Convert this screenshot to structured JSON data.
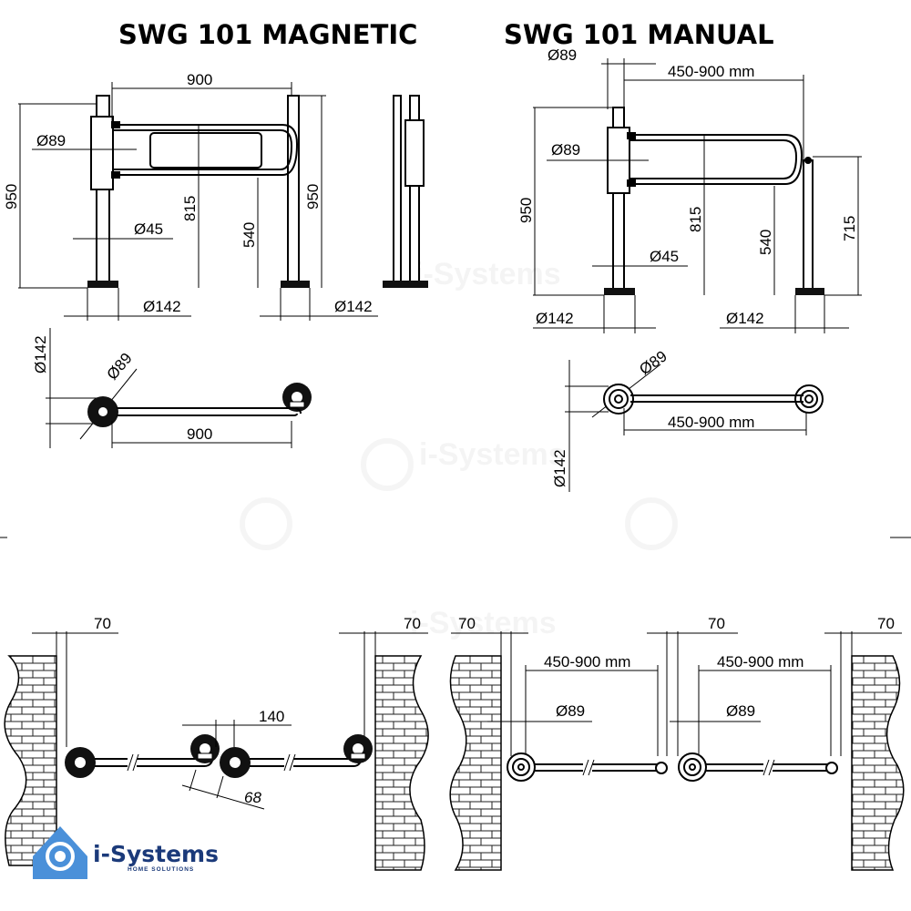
{
  "titles": {
    "magnetic": "SWG 101 MAGNETIC",
    "manual": "SWG 101 MANUAL"
  },
  "dimensions": {
    "mag_width": "900",
    "mag_d89": "Ø89",
    "mag_h950_left": "950",
    "mag_h815": "815",
    "mag_h540": "540",
    "mag_h950_right": "950",
    "mag_d45": "Ø45",
    "mag_d142_a": "Ø142",
    "mag_d142_b": "Ø142",
    "mag_top_d142": "Ø142",
    "mag_top_d89": "Ø89",
    "mag_top_width": "900",
    "man_d89_top": "Ø89",
    "man_range": "450-900 mm",
    "man_d89": "Ø89",
    "man_h950": "950",
    "man_h815": "815",
    "man_h540": "540",
    "man_h715": "715",
    "man_d45": "Ø45",
    "man_d142_a": "Ø142",
    "man_d142_b": "Ø142",
    "man_top_d89": "Ø89",
    "man_top_range": "450-900 mm",
    "man_top_d142": "Ø142",
    "inst_mag_70_left": "70",
    "inst_mag_70_right": "70",
    "inst_mag_140": "140",
    "inst_mag_68": "68",
    "inst_man_70_left": "70",
    "inst_man_70_mid": "70",
    "inst_man_70_right": "70",
    "inst_man_range_a": "450-900 mm",
    "inst_man_range_b": "450-900 mm",
    "inst_man_d89_a": "Ø89",
    "inst_man_d89_b": "Ø89"
  },
  "watermark": "i-Systems",
  "logo": {
    "name": "i-Systems",
    "tagline": "HOME SOLUTIONS",
    "color_primary": "#1b3a7a",
    "color_accent": "#4a90d9"
  }
}
